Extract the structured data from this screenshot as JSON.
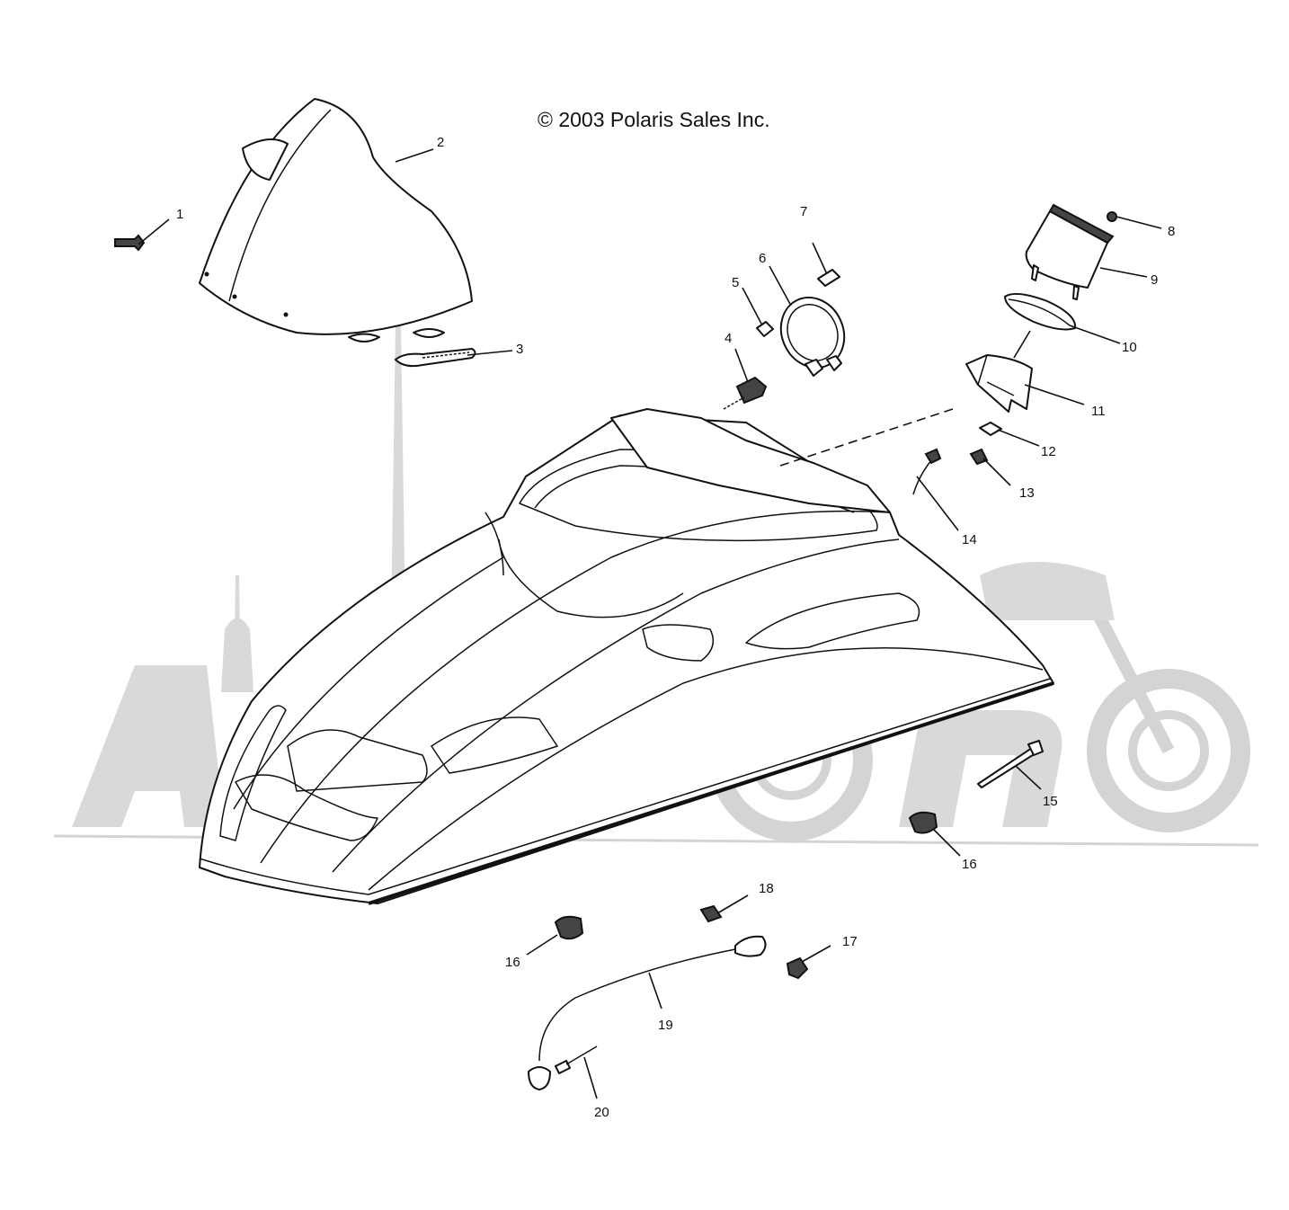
{
  "copyright": "© 2003 Polaris Sales Inc.",
  "watermark": {
    "color": "#d9d9d9"
  },
  "callouts": [
    {
      "id": "c1",
      "label": "1"
    },
    {
      "id": "c2",
      "label": "2"
    },
    {
      "id": "c3",
      "label": "3"
    },
    {
      "id": "c4",
      "label": "4"
    },
    {
      "id": "c5",
      "label": "5"
    },
    {
      "id": "c6",
      "label": "6"
    },
    {
      "id": "c7",
      "label": "7"
    },
    {
      "id": "c8",
      "label": "8"
    },
    {
      "id": "c9",
      "label": "9"
    },
    {
      "id": "c10",
      "label": "10"
    },
    {
      "id": "c11",
      "label": "11"
    },
    {
      "id": "c12",
      "label": "12"
    },
    {
      "id": "c13",
      "label": "13"
    },
    {
      "id": "c14",
      "label": "14"
    },
    {
      "id": "c15",
      "label": "15"
    },
    {
      "id": "c16a",
      "label": "16"
    },
    {
      "id": "c16b",
      "label": "16"
    },
    {
      "id": "c17",
      "label": "17"
    },
    {
      "id": "c18",
      "label": "18"
    },
    {
      "id": "c19",
      "label": "19"
    },
    {
      "id": "c20",
      "label": "20"
    }
  ]
}
